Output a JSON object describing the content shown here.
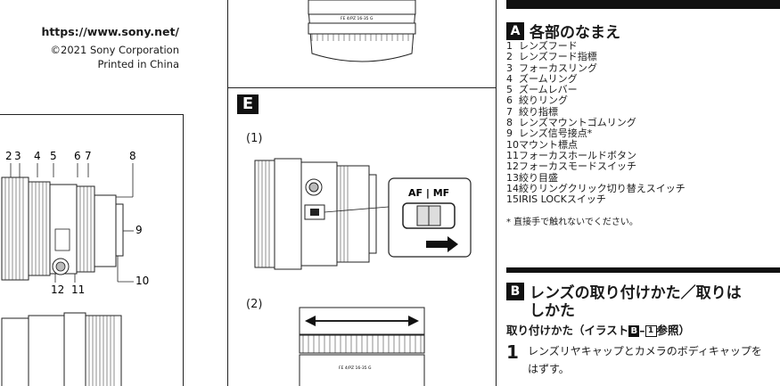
{
  "left": {
    "url": "https://www.sony.net/",
    "copyright_line1": "©2021 Sony Corporation",
    "copyright_line2": "Printed in China",
    "callouts": [
      "2",
      "3",
      "4",
      "5",
      "6",
      "7",
      "8",
      "9",
      "10",
      "11",
      "12"
    ]
  },
  "middle": {
    "section_letter": "E",
    "sub1": "(1)",
    "sub2": "(2)",
    "switch_label": "AF | MF",
    "lens_text": "FE 4/PZ 16-35 G"
  },
  "right": {
    "section_a_badge": "A",
    "section_a_title": "各部のなまえ",
    "parts": [
      {
        "num": "1",
        "label": "レンズフード"
      },
      {
        "num": "2",
        "label": "レンズフード指標"
      },
      {
        "num": "3",
        "label": "フォーカスリング"
      },
      {
        "num": "4",
        "label": "ズームリング"
      },
      {
        "num": "5",
        "label": "ズームレバー"
      },
      {
        "num": "6",
        "label": "絞りリング"
      },
      {
        "num": "7",
        "label": "絞り指標"
      },
      {
        "num": "8",
        "label": "レンズマウントゴムリング"
      },
      {
        "num": "9",
        "label": "レンズ信号接点*"
      },
      {
        "num": "10",
        "label": "マウント標点"
      },
      {
        "num": "11",
        "label": "フォーカスホールドボタン"
      },
      {
        "num": "12",
        "label": "フォーカスモードスイッチ"
      },
      {
        "num": "13",
        "label": "絞り目盛"
      },
      {
        "num": "14",
        "label": "絞りリングクリック切り替えスイッチ"
      },
      {
        "num": "15",
        "label": "IRIS LOCKスイッチ"
      }
    ],
    "footnote": "* 直接手で触れないでください。",
    "section_b_badge": "B",
    "section_b_title_line1": "レンズの取り付けかた／取りは",
    "section_b_title_line2": "しかた",
    "attach_head_prefix": "取り付けかた（イラスト",
    "attach_head_badge": "B",
    "attach_head_dash": "–",
    "attach_head_box": "1",
    "attach_head_suffix": "参照）",
    "step1_num": "1",
    "step1_text": "レンズリヤキャップとカメラのボディキャップをはずす。"
  }
}
